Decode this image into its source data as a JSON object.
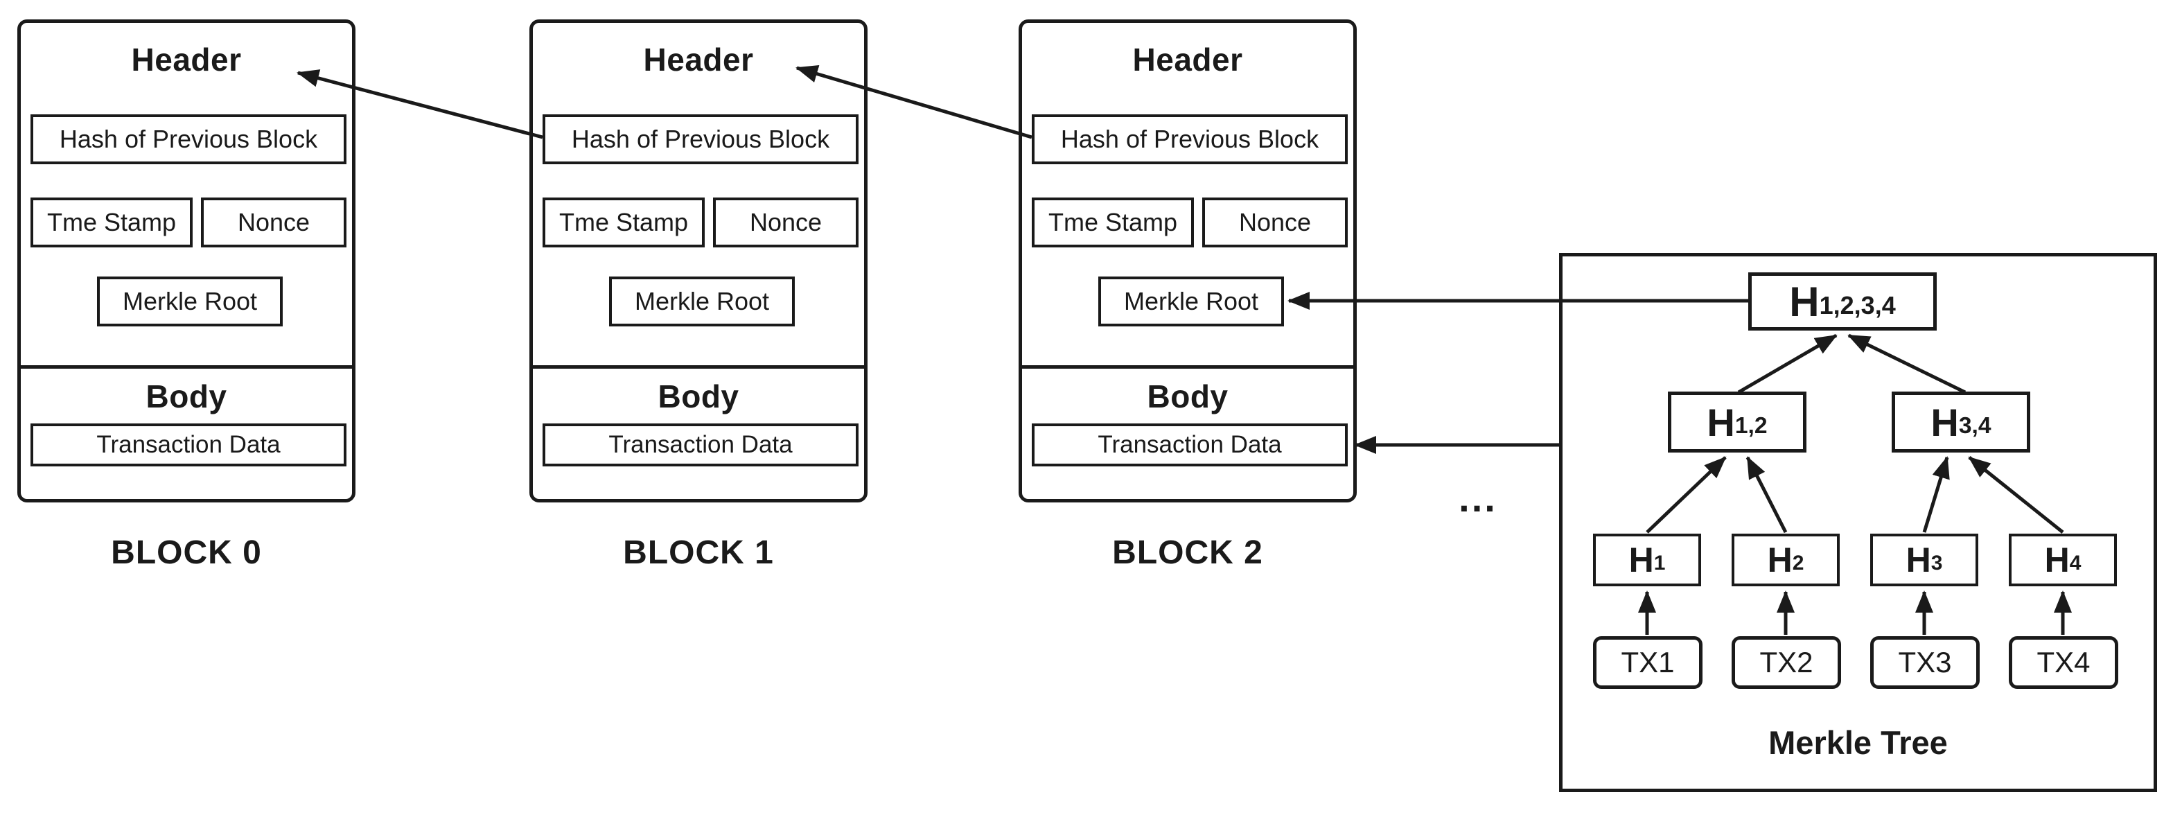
{
  "blocks": [
    {
      "label": "BLOCK 0",
      "header_title": "Header",
      "hash_label": "Hash of Previous Block",
      "timestamp_label": "Tme Stamp",
      "nonce_label": "Nonce",
      "merkle_root_label": "Merkle Root",
      "body_title": "Body",
      "transaction_label": "Transaction Data"
    },
    {
      "label": "BLOCK 1",
      "header_title": "Header",
      "hash_label": "Hash of Previous Block",
      "timestamp_label": "Tme Stamp",
      "nonce_label": "Nonce",
      "merkle_root_label": "Merkle Root",
      "body_title": "Body",
      "transaction_label": "Transaction Data"
    },
    {
      "label": "BLOCK 2",
      "header_title": "Header",
      "hash_label": "Hash of Previous Block",
      "timestamp_label": "Tme Stamp",
      "nonce_label": "Nonce",
      "merkle_root_label": "Merkle Root",
      "body_title": "Body",
      "transaction_label": "Transaction Data"
    }
  ],
  "ellipsis": "...",
  "merkle": {
    "title": "Merkle Tree",
    "root": {
      "base": "H",
      "sub": "1,2,3,4"
    },
    "pairs": [
      {
        "base": "H",
        "sub": "1,2"
      },
      {
        "base": "H",
        "sub": "3,4"
      }
    ],
    "hashes": [
      {
        "base": "H",
        "sub": "1"
      },
      {
        "base": "H",
        "sub": "2"
      },
      {
        "base": "H",
        "sub": "3"
      },
      {
        "base": "H",
        "sub": "4"
      }
    ],
    "leaves": [
      "TX1",
      "TX2",
      "TX3",
      "TX4"
    ]
  },
  "colors": {
    "ink": "#1a1a1a",
    "background": "#ffffff"
  }
}
